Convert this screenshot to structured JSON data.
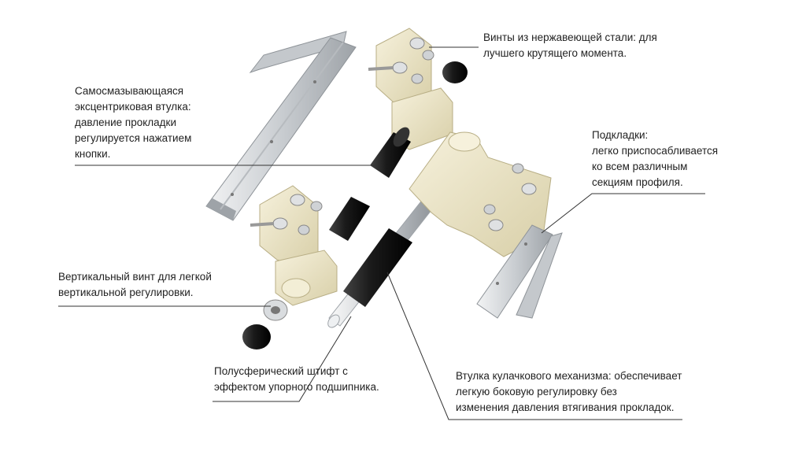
{
  "colors": {
    "cream": "#e9e2c3",
    "cream_dark": "#c9c09a",
    "metal": "#d3d6d9",
    "metal_dark": "#9ea3a8",
    "rubber": "#1e1e1e",
    "steel": "#c9cdd1",
    "leader": "#333333",
    "text": "#222222"
  },
  "callouts": {
    "screws": {
      "lines": [
        "Винты из нержавеющей стали: для",
        "лучшего крутящего момента."
      ]
    },
    "bushing": {
      "lines": [
        "Самосмазывающаяся",
        "эксцентриковая втулка:",
        "давление прокладки",
        "регулируется нажатием",
        "кнопки."
      ]
    },
    "shims": {
      "lines": [
        "Подкладки:",
        "легко приспосабливается",
        "ко всем различным",
        "секциям профиля."
      ]
    },
    "vertical_screw": {
      "lines": [
        "Вертикальный винт для легкой",
        "вертикальной регулировки."
      ]
    },
    "pin": {
      "lines": [
        "Полусферический штифт с",
        "эффектом упорного подшипника."
      ]
    },
    "cam_bushing": {
      "lines": [
        "Втулка кулачкового механизма: обеспечивает",
        "легкую боковую регулировку без",
        "изменения давления втягивания прокладок."
      ]
    }
  }
}
